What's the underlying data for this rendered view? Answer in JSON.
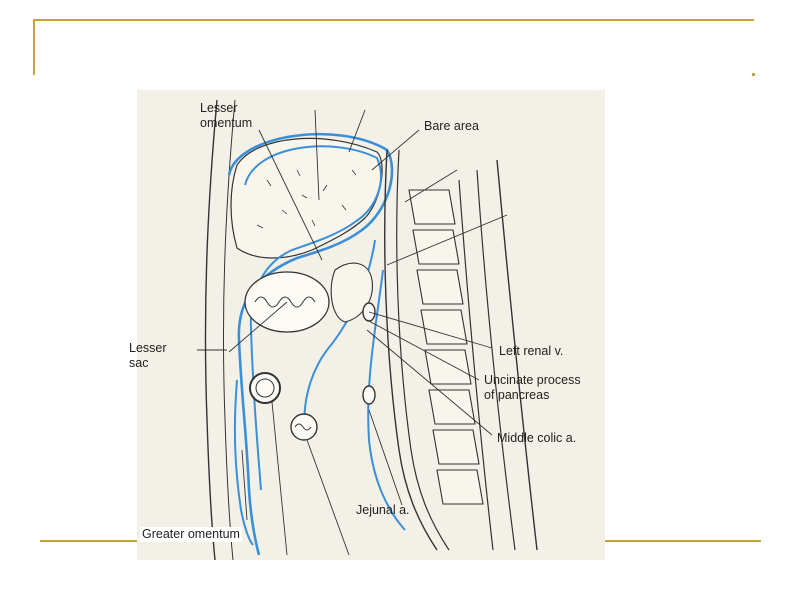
{
  "slide": {
    "accent_color": "#c8a23a",
    "figure_bg": "#f3f1e7",
    "peritoneum_color": "#3a8fd8"
  },
  "labels": {
    "lesser_omentum": "Lesser\nomentum",
    "bare_area": "Bare area",
    "lesser_sac": "Lesser\nsac",
    "left_renal_v": "Left renal v.",
    "uncinate_process": "Uncinate process\nof pancreas",
    "middle_colic_a": "Middle colic a.",
    "jejunal_a": "Jejunal a.",
    "greater_omentum": "Greater omentum"
  }
}
